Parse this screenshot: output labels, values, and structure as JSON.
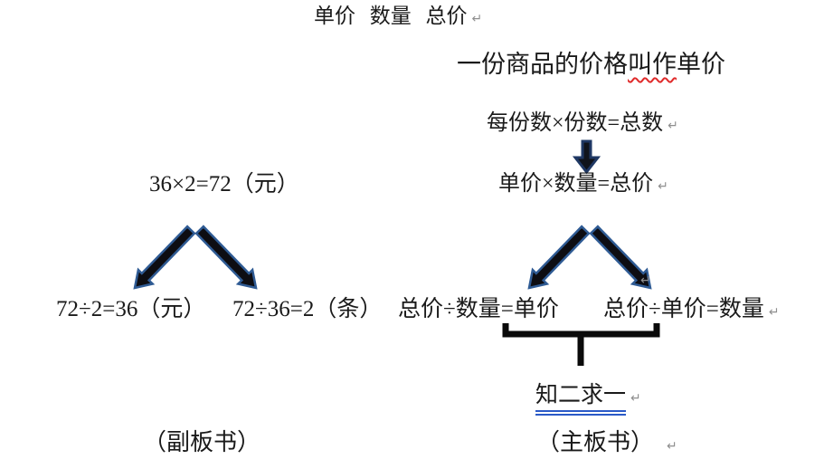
{
  "title": {
    "text": "单价 数量 总价"
  },
  "definition": {
    "before": "一份商品的价格",
    "misspelled": "叫作",
    "after": "单价"
  },
  "general_formula": {
    "text": "每份数×份数=总数"
  },
  "main_formula": {
    "text": "单价×数量=总价"
  },
  "example": {
    "multiplication": "36×2=72（元）",
    "division_price": "72÷2=36（元）",
    "division_count": "72÷36=2（条）"
  },
  "derived": {
    "unit_price": "总价÷数量=单价",
    "quantity": "总价÷单价=数量"
  },
  "summary": {
    "text": "知二求一"
  },
  "footer": {
    "secondary_board": "（副板书）",
    "main_board": "（主板书）"
  },
  "marks": {
    "line_break": "↵"
  },
  "colors": {
    "background": "#ffffff",
    "text": "#1a1a1a",
    "arrow_fill": "#0d0d12",
    "arrow_outline_blue": "#2f5b94",
    "arrow_outline_navy": "#1f3864",
    "bracket_black": "#0a0a0a",
    "spellcheck_red": "#e02b2b",
    "double_underline_blue": "#2b5ac7",
    "formatting_mark_gray": "#8f8f8f"
  }
}
